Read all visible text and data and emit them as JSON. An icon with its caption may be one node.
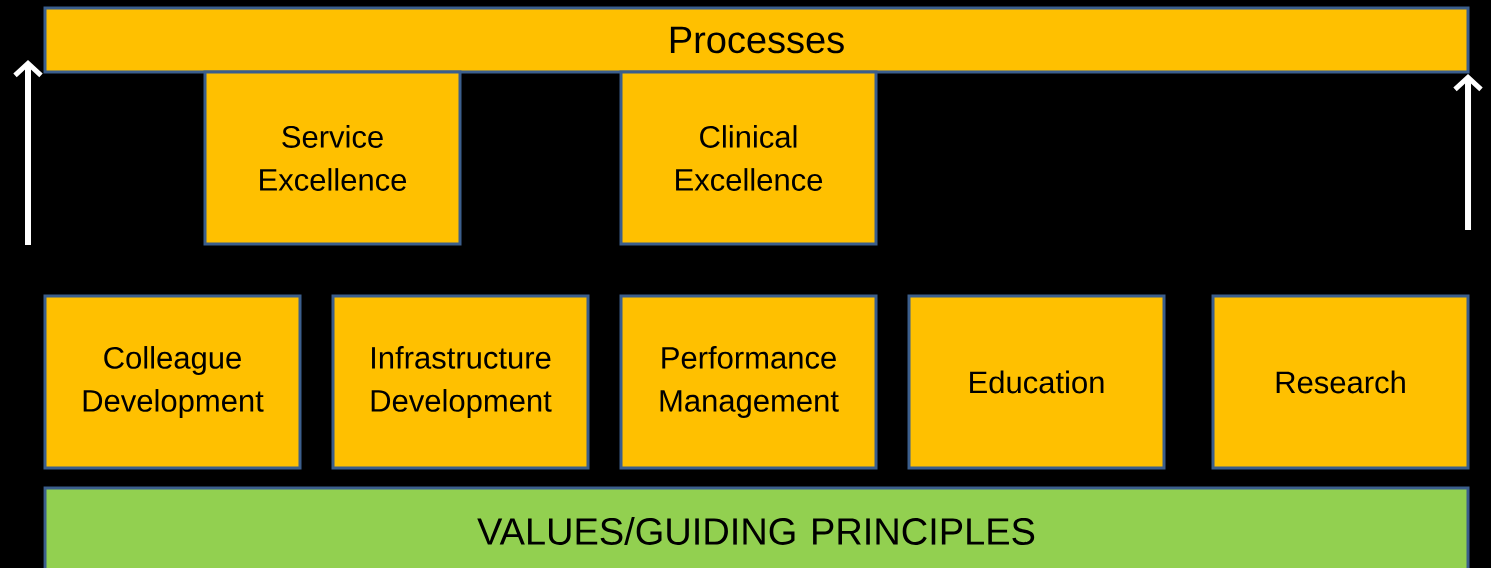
{
  "diagram": {
    "nodes": [
      {
        "text": [
          "Processes"
        ]
      },
      {
        "text": [
          "Service Excellence"
        ]
      },
      {
        "text": [
          "Clinical Excellence"
        ]
      },
      {
        "text": [
          "Colleague Development"
        ]
      },
      {
        "text": [
          "Infrastructure Development"
        ]
      },
      {
        "text": [
          "Performance Management"
        ]
      },
      {
        "text": [
          "Education"
        ]
      },
      {
        "text": [
          "Research"
        ]
      },
      {
        "text": [
          "VALUES/GUIDING PRINCIPLES"
        ]
      }
    ]
  }
}
